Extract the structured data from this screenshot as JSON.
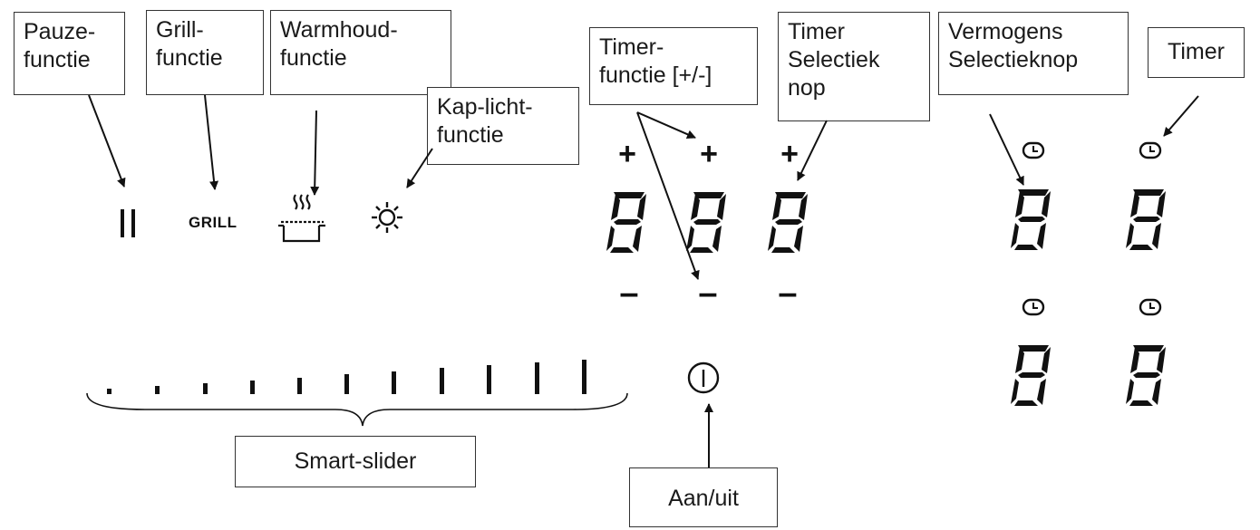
{
  "callouts": {
    "pauze": "Pauze-\nfunctie",
    "grill": "Grill-\nfunctie",
    "warmhoud": "Warmhoud-\nfunctie",
    "kaplicht": "Kap-licht-\nfunctie",
    "timerfunctie": "Timer-\nfunctie [+/-]",
    "timer_selectieknop": "Timer\nSelectiek\nnop",
    "vermogens": "Vermogens\nSelectieknop",
    "timer": "Timer",
    "smart_slider": "Smart-slider",
    "aan_uit": "Aan/uit"
  },
  "controls": {
    "grill_label": "GRILL",
    "plus_symbol": "+",
    "minus_symbol": "–"
  },
  "icons": {
    "pause": "pause-icon",
    "grill": "grill-label",
    "keep_warm": "keep-warm-pot-icon",
    "hood_light": "sun-light-icon",
    "power": "power-icon",
    "timer": "clock-icon",
    "display": "seven-segment-display"
  },
  "colors": {
    "ink": "#111111",
    "box_border": "#333333"
  }
}
